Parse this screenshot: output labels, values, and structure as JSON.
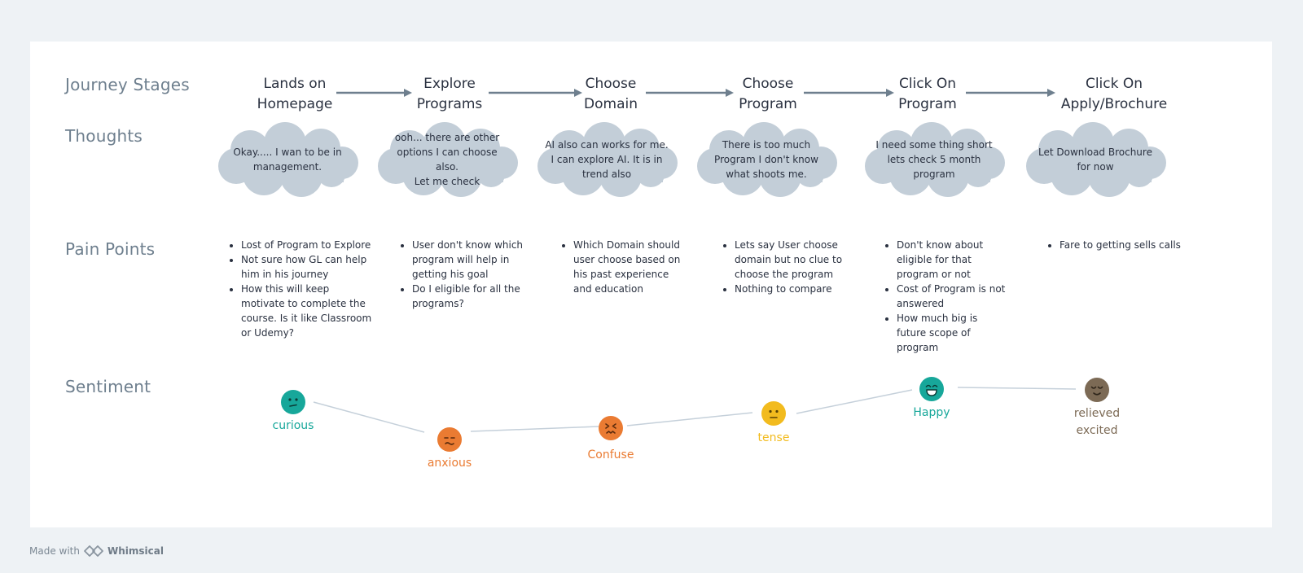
{
  "rows": {
    "stages": "Journey Stages",
    "thoughts": "Thoughts",
    "pain_points": "Pain Points",
    "sentiment": "Sentiment"
  },
  "stages": [
    {
      "line1": "Lands on",
      "line2": "Homepage"
    },
    {
      "line1": "Explore",
      "line2": "Programs"
    },
    {
      "line1": "Choose",
      "line2": "Domain"
    },
    {
      "line1": "Choose",
      "line2": "Program"
    },
    {
      "line1": "Click On",
      "line2": "Program"
    },
    {
      "line1": "Click On",
      "line2": "Apply/Brochure"
    }
  ],
  "thoughts": [
    {
      "l1": "Okay..... I wan to be in",
      "l2": "management.",
      "l3": ""
    },
    {
      "l1": "ooh... there are other",
      "l2": "options I can choose also.",
      "l3": "Let me check"
    },
    {
      "l1": "AI also can works for me.",
      "l2": "I can explore AI. It is in",
      "l3": "trend also"
    },
    {
      "l1": "There is too much",
      "l2": "Program I don't know",
      "l3": "what shoots me."
    },
    {
      "l1": "I need some thing short",
      "l2": "lets check 5 month",
      "l3": "program"
    },
    {
      "l1": "Let Download Brochure",
      "l2": "for now",
      "l3": ""
    }
  ],
  "pain_points": [
    [
      "Lost of Program to Explore",
      "Not sure how GL can help him in his journey",
      "How this will keep motivate to complete the course. Is it like Classroom or Udemy?"
    ],
    [
      "User don't know which program will help in getting his goal",
      "Do I eligible for all the programs?"
    ],
    [
      "Which Domain should user choose based on his past experience and education"
    ],
    [
      "Lets say User choose domain but no clue to choose the program",
      "Nothing to compare"
    ],
    [
      "Don't know about eligible for that program or not",
      "Cost of Program is not answered",
      "How much big is future scope of program"
    ],
    [
      "Fare to getting sells calls"
    ]
  ],
  "sentiment": [
    {
      "label": "curious",
      "icon": "curious-face-icon",
      "color": "#17a79a"
    },
    {
      "label": "anxious",
      "icon": "anxious-face-icon",
      "color": "#ea7b32"
    },
    {
      "label": "Confuse",
      "icon": "confused-face-icon",
      "color": "#ea7b32"
    },
    {
      "label": "tense",
      "icon": "tense-face-icon",
      "color": "#f2bb1e"
    },
    {
      "label": "Happy",
      "icon": "happy-face-icon",
      "color": "#17a79a"
    },
    {
      "label": "relieved",
      "label2": "excited",
      "icon": "relieved-face-icon",
      "color": "#7c6a55"
    }
  ],
  "footer": {
    "made_with": "Made with",
    "brand": "Whimsical"
  }
}
